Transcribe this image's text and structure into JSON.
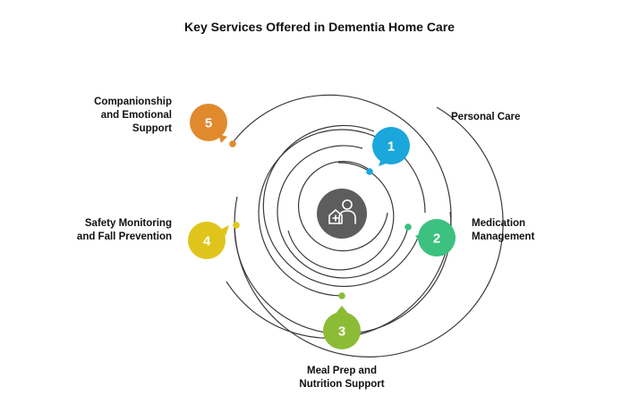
{
  "title": "Key Services Offered in Dementia Home Care",
  "center_icon": "home-care-person-icon",
  "services": [
    {
      "number": "1",
      "label": "Personal Care",
      "color": "#1aa7dc"
    },
    {
      "number": "2",
      "label": "Medication\nManagement",
      "color": "#3cc180"
    },
    {
      "number": "3",
      "label": "Meal Prep and\nNutrition Support",
      "color": "#8cbc35"
    },
    {
      "number": "4",
      "label": "Safety Monitoring\nand Fall Prevention",
      "color": "#dfc51b"
    },
    {
      "number": "5",
      "label": "Companionship\nand Emotional\nSupport",
      "color": "#e08a2d"
    }
  ],
  "colors": {
    "ring": "#3a3a3a",
    "center": "#5d5d5d"
  }
}
